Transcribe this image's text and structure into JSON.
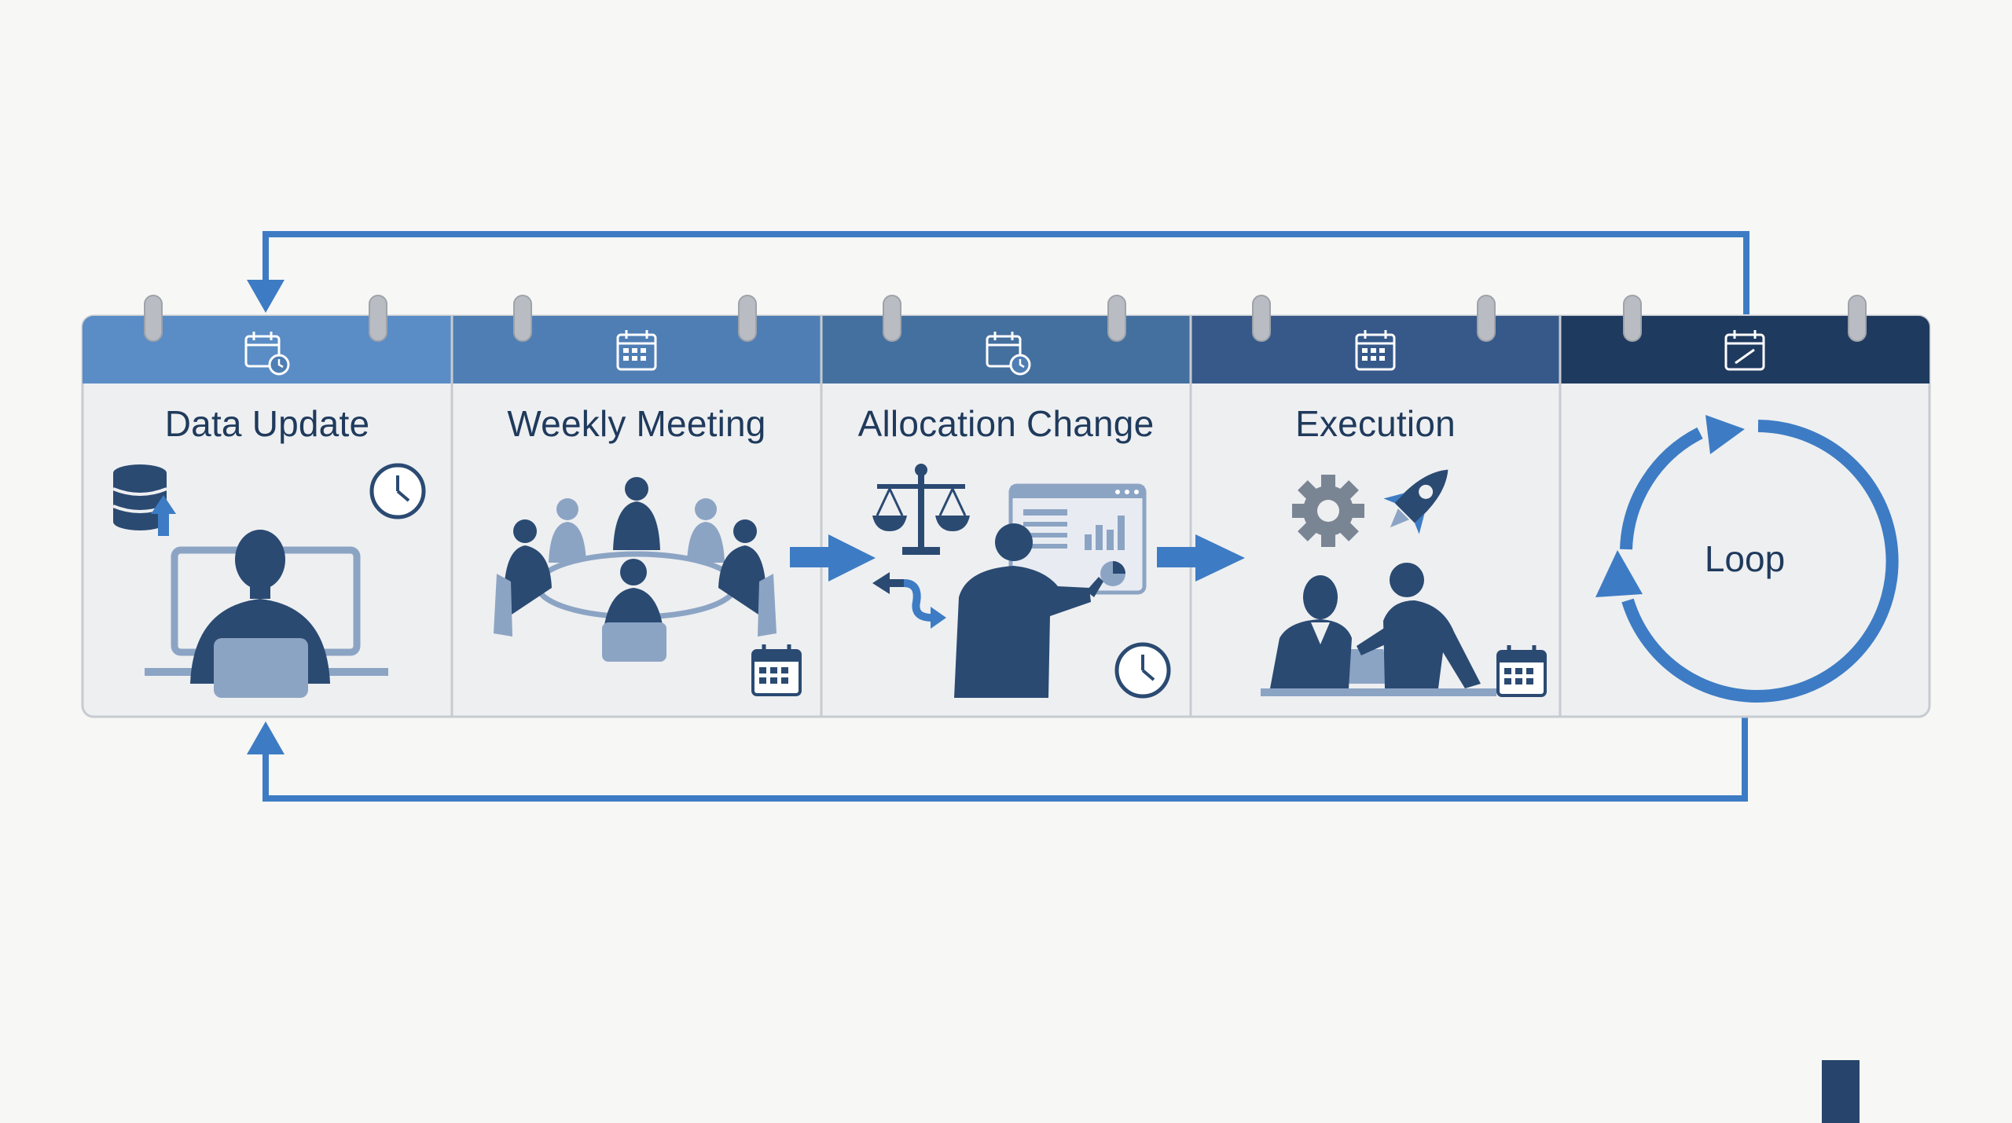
{
  "diagram": {
    "panels": [
      {
        "title": "Data Update",
        "header_color": "#5a8cc6",
        "header_icon": "calendar-clock-icon"
      },
      {
        "title": "Weekly Meeting",
        "header_color": "#4f7eb4",
        "header_icon": "calendar-grid-icon"
      },
      {
        "title": "Allocation Change",
        "header_color": "#44709f",
        "header_icon": "calendar-clock-icon"
      },
      {
        "title": "Execution",
        "header_color": "#36598a",
        "header_icon": "calendar-grid-icon"
      },
      {
        "title": "",
        "header_color": "#1f3a5f",
        "header_icon": "calendar-check-icon"
      }
    ],
    "loop_label": "Loop",
    "colors": {
      "arrow": "#3d7cc4",
      "icon_dark": "#2a4a72",
      "icon_light": "#8ca4c4",
      "panel_body": "#eeeff1",
      "loop_ring": "#3d7cc4",
      "background": "#f7f7f5"
    }
  }
}
